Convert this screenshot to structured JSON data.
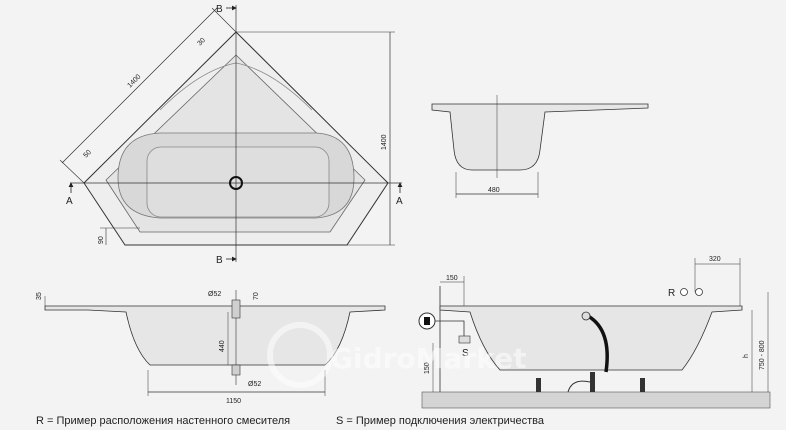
{
  "top_view": {
    "label_a_left": "A",
    "label_a_right": "A",
    "label_b_top": "B",
    "label_b_bottom": "B",
    "dim_side": "1400",
    "dim_side_tail": "30",
    "dim_side_offset": "50",
    "dim_height": "1400",
    "dim_bottom": "90"
  },
  "section_a": {
    "dim_width": "480"
  },
  "front_view": {
    "dim_rim": "35",
    "dim_outlet_top": "Ø52",
    "dim_outlet_top_b": "70",
    "dim_depth": "440",
    "dim_outlet_bottom": "Ø52",
    "dim_width": "1150"
  },
  "side_view": {
    "dim_wall": "150",
    "dim_r": "320",
    "label_r": "R",
    "label_s": "S",
    "dim_floor": "150",
    "dim_h": "h",
    "dim_height": "750 - 800"
  },
  "legend": {
    "r_note": "R = Пример расположения настенного смесителя",
    "s_note": "S = Пример подключения электричества"
  },
  "watermark": "GidroMarket"
}
